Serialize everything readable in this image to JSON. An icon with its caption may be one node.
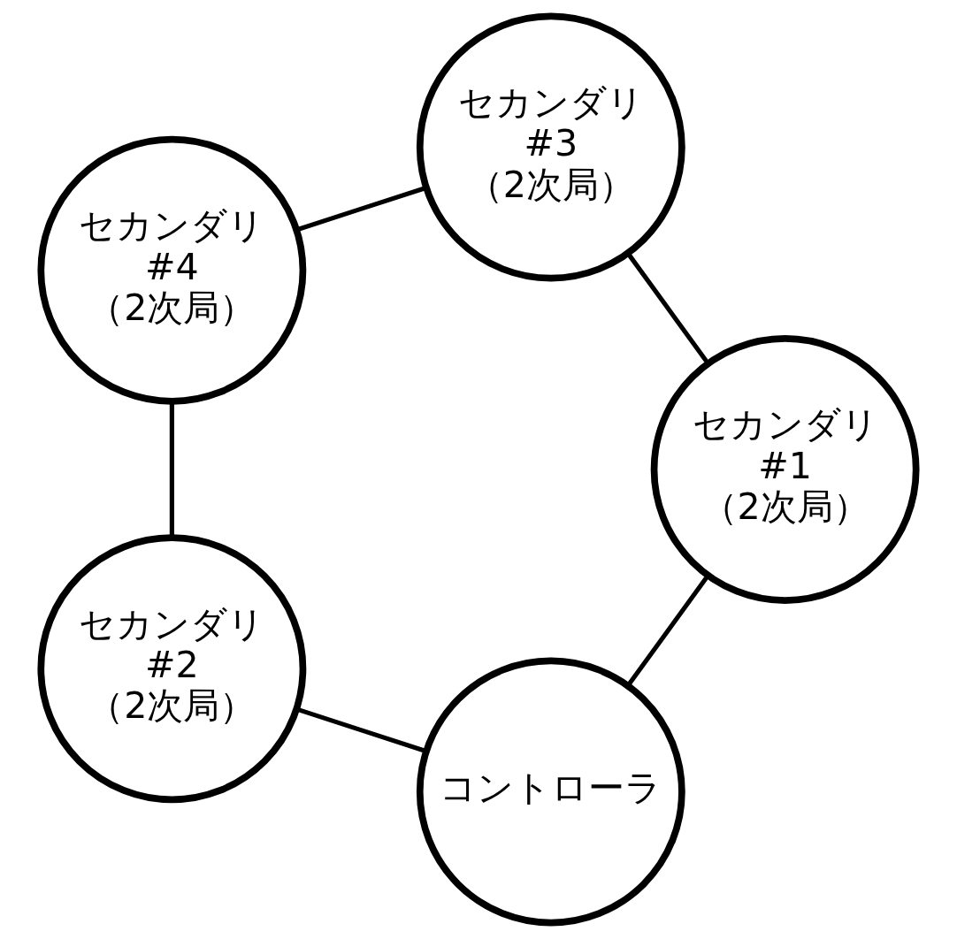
{
  "diagram": {
    "nodes": [
      {
        "text": [
          "コントローラ"
        ]
      },
      {
        "text": [
          "セカンダリ",
          "#1",
          "（2次局）"
        ]
      },
      {
        "text": [
          "セカンダリ",
          "#2",
          "（2次局）"
        ]
      },
      {
        "text": [
          "セカンダリ",
          "#3",
          "（2次局）"
        ]
      },
      {
        "text": [
          "セカンダリ",
          "#4",
          "（2次局）"
        ]
      }
    ],
    "edges": [
      {
        "from": 0,
        "to": 2,
        "arrow": "none"
      },
      {
        "from": 2,
        "to": 4,
        "arrow": "none"
      },
      {
        "from": 4,
        "to": 3,
        "arrow": "none"
      },
      {
        "from": 3,
        "to": 1,
        "arrow": "none"
      },
      {
        "from": 1,
        "to": 0,
        "arrow": "none"
      }
    ]
  }
}
